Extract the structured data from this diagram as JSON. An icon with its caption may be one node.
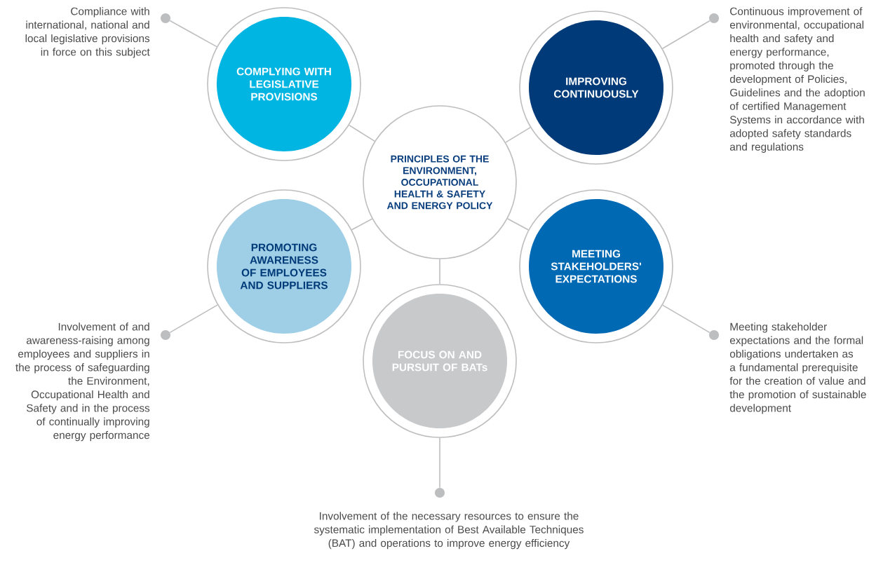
{
  "diagram": {
    "nodes": [
      {
        "text": [
          "PRINCIPLES OF THE ENVIRONMENT, OCCUPATIONAL HEALTH & SAFETY AND ENERGY POLICY"
        ]
      },
      {
        "text": [
          "COMPLYING WITH LEGISLATIVE PROVISIONS"
        ]
      },
      {
        "text": [
          "IMPROVING CONTINUOUSLY"
        ]
      },
      {
        "text": [
          "PROMOTING AWARENESS OF EMPLOYEES AND SUPPLIERS"
        ]
      },
      {
        "text": [
          "MEETING STAKEHOLDERS' EXPECTATIONS"
        ]
      },
      {
        "text": [
          "FOCUS ON AND PURSUIT OF BATs"
        ]
      },
      {
        "text": [],
        "shape": "circle",
        "beside": [
          "Compliance with international, national and local legislative provisions in force on this subject"
        ]
      },
      {
        "text": [],
        "shape": "circle",
        "beside": [
          "Continuous improvement of environmental, occupational health and safety and energy performance, promoted through the development of Policies, Guidelines and the adoption of certified Management Systems in accordance with adopted safety standards and regulations"
        ]
      },
      {
        "text": [],
        "shape": "circle",
        "beside": [
          "Involvement of and awareness-raising among employees and suppliers in the process of safeguarding the Environment, Occupational Health and Safety and in the process of continually improving energy performance"
        ]
      },
      {
        "text": [],
        "shape": "circle",
        "beside": [
          "Meeting stakeholder expectations and the formal obligations undertaken as a fundamental prerequisite for the creation of value and the promotion of sustainable development"
        ]
      },
      {
        "text": [],
        "shape": "circle",
        "beside": [
          "Involvement of the necessary resources to ensure the systematic implementation of Best Available Techniques (BAT) and operations to improve energy efficiency"
        ]
      }
    ],
    "edges": [
      {
        "from": 0,
        "to": 1,
        "arrow": "none"
      },
      {
        "from": 0,
        "to": 2,
        "arrow": "none"
      },
      {
        "from": 0,
        "to": 3,
        "arrow": "none"
      },
      {
        "from": 0,
        "to": 4,
        "arrow": "none"
      },
      {
        "from": 0,
        "to": 5,
        "arrow": "none"
      },
      {
        "from": 1,
        "to": 6,
        "arrow": "none"
      },
      {
        "from": 2,
        "to": 7,
        "arrow": "none"
      },
      {
        "from": 3,
        "to": 8,
        "arrow": "none"
      },
      {
        "from": 4,
        "to": 9,
        "arrow": "none"
      },
      {
        "from": 5,
        "to": 10,
        "arrow": "none"
      }
    ]
  }
}
